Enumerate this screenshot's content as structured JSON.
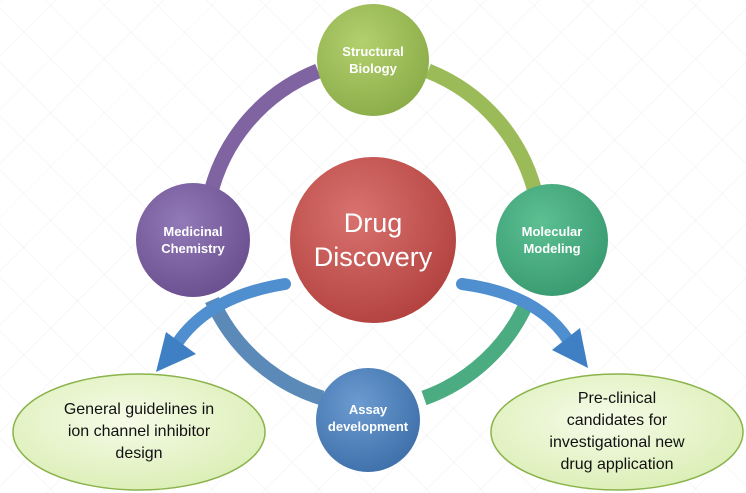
{
  "diagram": {
    "center": {
      "label_line1": "Drug",
      "label_line2": "Discovery"
    },
    "nodes": {
      "structural_biology": {
        "line1": "Structural",
        "line2": "Biology"
      },
      "molecular_modeling": {
        "line1": "Molecular",
        "line2": "Modeling"
      },
      "assay_development": {
        "line1": "Assay",
        "line2": "development"
      },
      "medicinal_chemistry": {
        "line1": "Medicinal",
        "line2": "Chemistry"
      }
    },
    "outcomes": {
      "left": {
        "line1": "General guidelines in",
        "line2": "ion channel inhibitor",
        "line3": "design"
      },
      "right": {
        "line1": "Pre-clinical",
        "line2": "candidates for",
        "line3": "investigational new",
        "line4": "drug application"
      }
    },
    "colors": {
      "center": "#c0504d",
      "structural_biology": "#9bbb59",
      "molecular_modeling": "#4bac82",
      "assay_development": "#4f81bd",
      "medicinal_chemistry": "#8064a2",
      "arrow": "#4f8fd0",
      "oval_fill": "#e8f5c8"
    }
  }
}
